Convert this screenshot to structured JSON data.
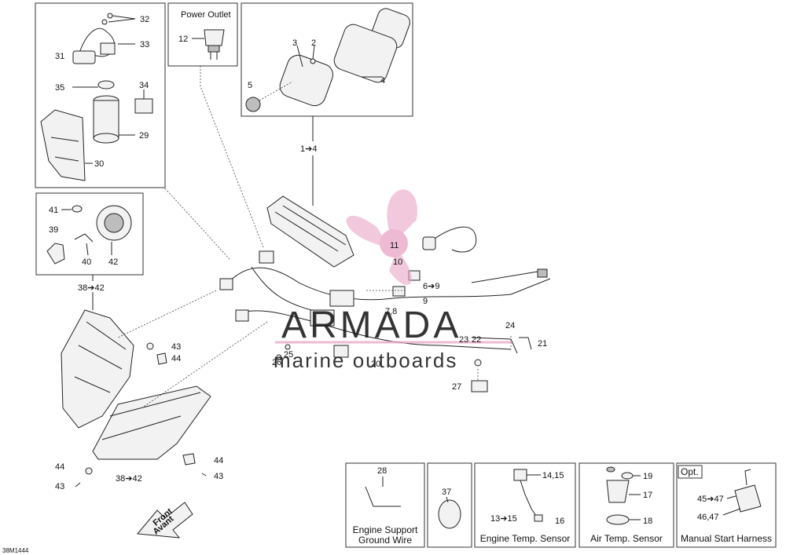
{
  "figure_id": "38M1444",
  "watermark": {
    "brand": "ARMADA",
    "tagline": "marine outboards"
  },
  "boxes": {
    "power_outlet_title": "Power Outlet",
    "engine_support": [
      "Engine Support",
      "Ground Wire"
    ],
    "engine_temp": "Engine Temp. Sensor",
    "air_temp": "Air Temp. Sensor",
    "manual_start": "Manual Start Harness",
    "opt_badge": "Opt."
  },
  "front_arrow": [
    "Front",
    "Avant"
  ],
  "callouts": {
    "c32": "32",
    "c33": "33",
    "c31": "31",
    "c35": "35",
    "c34": "34",
    "c29": "29",
    "c30": "30",
    "c12": "12",
    "c3": "3",
    "c2": "2",
    "c4": "4",
    "c5": "5",
    "c1_4": "1➔4",
    "c41": "41",
    "c39": "39",
    "c40": "40",
    "c42": "42",
    "c38_42a": "38➔42",
    "c11": "11",
    "c10": "10",
    "c6_9": "6➔9",
    "c9": "9",
    "c7_8": "7,8",
    "c24": "24",
    "c21": "21",
    "c23": "23",
    "c22": "22",
    "c20": "20",
    "c25": "25",
    "c26": "26",
    "c27": "27",
    "c43a": "43",
    "c44a": "44",
    "c44b": "44",
    "c43b": "43",
    "c44c": "44",
    "c43c": "43",
    "c38_42b": "38➔42",
    "c28": "28",
    "c37": "37",
    "c14_15": "14,15",
    "c13_15": "13➔15",
    "c16": "16",
    "c19": "19",
    "c17": "17",
    "c18": "18",
    "c45_47": "45➔47",
    "c46_47": "46,47"
  },
  "colors": {
    "watermark_pink": "#e9a2c4",
    "watermark_gray": "#8a8a8a",
    "line": "#222222"
  }
}
